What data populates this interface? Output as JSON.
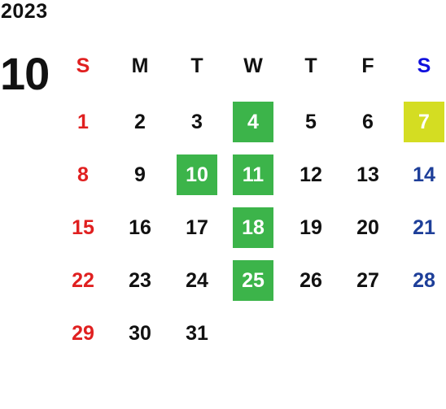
{
  "year": "2023",
  "month": "10",
  "colors": {
    "sunday": "#e02020",
    "saturday_header": "#1010dd",
    "saturday": "#1e3f99",
    "weekday": "#111111",
    "highlight_green": "#3cb44a",
    "highlight_yellow": "#d4dd22",
    "highlight_text": "#ffffff"
  },
  "weekdays": [
    "S",
    "M",
    "T",
    "W",
    "T",
    "F",
    "S"
  ],
  "weeks": [
    [
      {
        "day": "1"
      },
      {
        "day": "2"
      },
      {
        "day": "3"
      },
      {
        "day": "4",
        "highlight": "green"
      },
      {
        "day": "5"
      },
      {
        "day": "6"
      },
      {
        "day": "7",
        "highlight": "yellow"
      }
    ],
    [
      {
        "day": "8"
      },
      {
        "day": "9"
      },
      {
        "day": "10",
        "highlight": "green"
      },
      {
        "day": "11",
        "highlight": "green"
      },
      {
        "day": "12"
      },
      {
        "day": "13"
      },
      {
        "day": "14"
      }
    ],
    [
      {
        "day": "15"
      },
      {
        "day": "16"
      },
      {
        "day": "17"
      },
      {
        "day": "18",
        "highlight": "green"
      },
      {
        "day": "19"
      },
      {
        "day": "20"
      },
      {
        "day": "21"
      }
    ],
    [
      {
        "day": "22"
      },
      {
        "day": "23"
      },
      {
        "day": "24"
      },
      {
        "day": "25",
        "highlight": "green"
      },
      {
        "day": "26"
      },
      {
        "day": "27"
      },
      {
        "day": "28"
      }
    ],
    [
      {
        "day": "29"
      },
      {
        "day": "30"
      },
      {
        "day": "31"
      },
      null,
      null,
      null,
      null
    ]
  ]
}
